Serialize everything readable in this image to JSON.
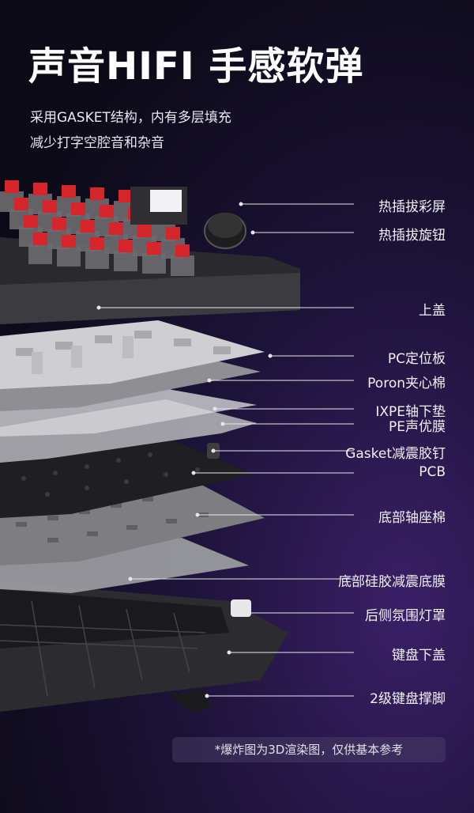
{
  "header": {
    "title": "声音HIFI 手感软弹",
    "subtitle_line1": "采用GASKET结构，内有多层填充",
    "subtitle_line2": "减少打字空腔音和杂音"
  },
  "layers": [
    {
      "id": "screen",
      "label": "热插拔彩屏"
    },
    {
      "id": "knob",
      "label": "热插拔旋钮"
    },
    {
      "id": "top-case",
      "label": "上盖"
    },
    {
      "id": "plate",
      "label": "PC定位板"
    },
    {
      "id": "poron",
      "label": "Poron夹心棉"
    },
    {
      "id": "ixpe",
      "label": "IXPE轴下垫"
    },
    {
      "id": "pe",
      "label": "PE声优膜"
    },
    {
      "id": "gasket",
      "label": "Gasket减震胶钉"
    },
    {
      "id": "pcb",
      "label": "PCB"
    },
    {
      "id": "switch-foam",
      "label": "底部轴座棉"
    },
    {
      "id": "silicone",
      "label": "底部硅胶减震底膜"
    },
    {
      "id": "light-cover",
      "label": "后侧氛围灯罩"
    },
    {
      "id": "bottom-case",
      "label": "键盘下盖"
    },
    {
      "id": "feet",
      "label": "2级键盘撑脚"
    }
  ],
  "footer": {
    "disclaimer": "*爆炸图为3D渲染图，仅供基本参考"
  },
  "colors": {
    "switch_stem": "#d6262b",
    "case": "#3a3a3e",
    "plate": "#c9c9cc",
    "pcb": "#232326",
    "leader_line": "#e6e6ee"
  }
}
